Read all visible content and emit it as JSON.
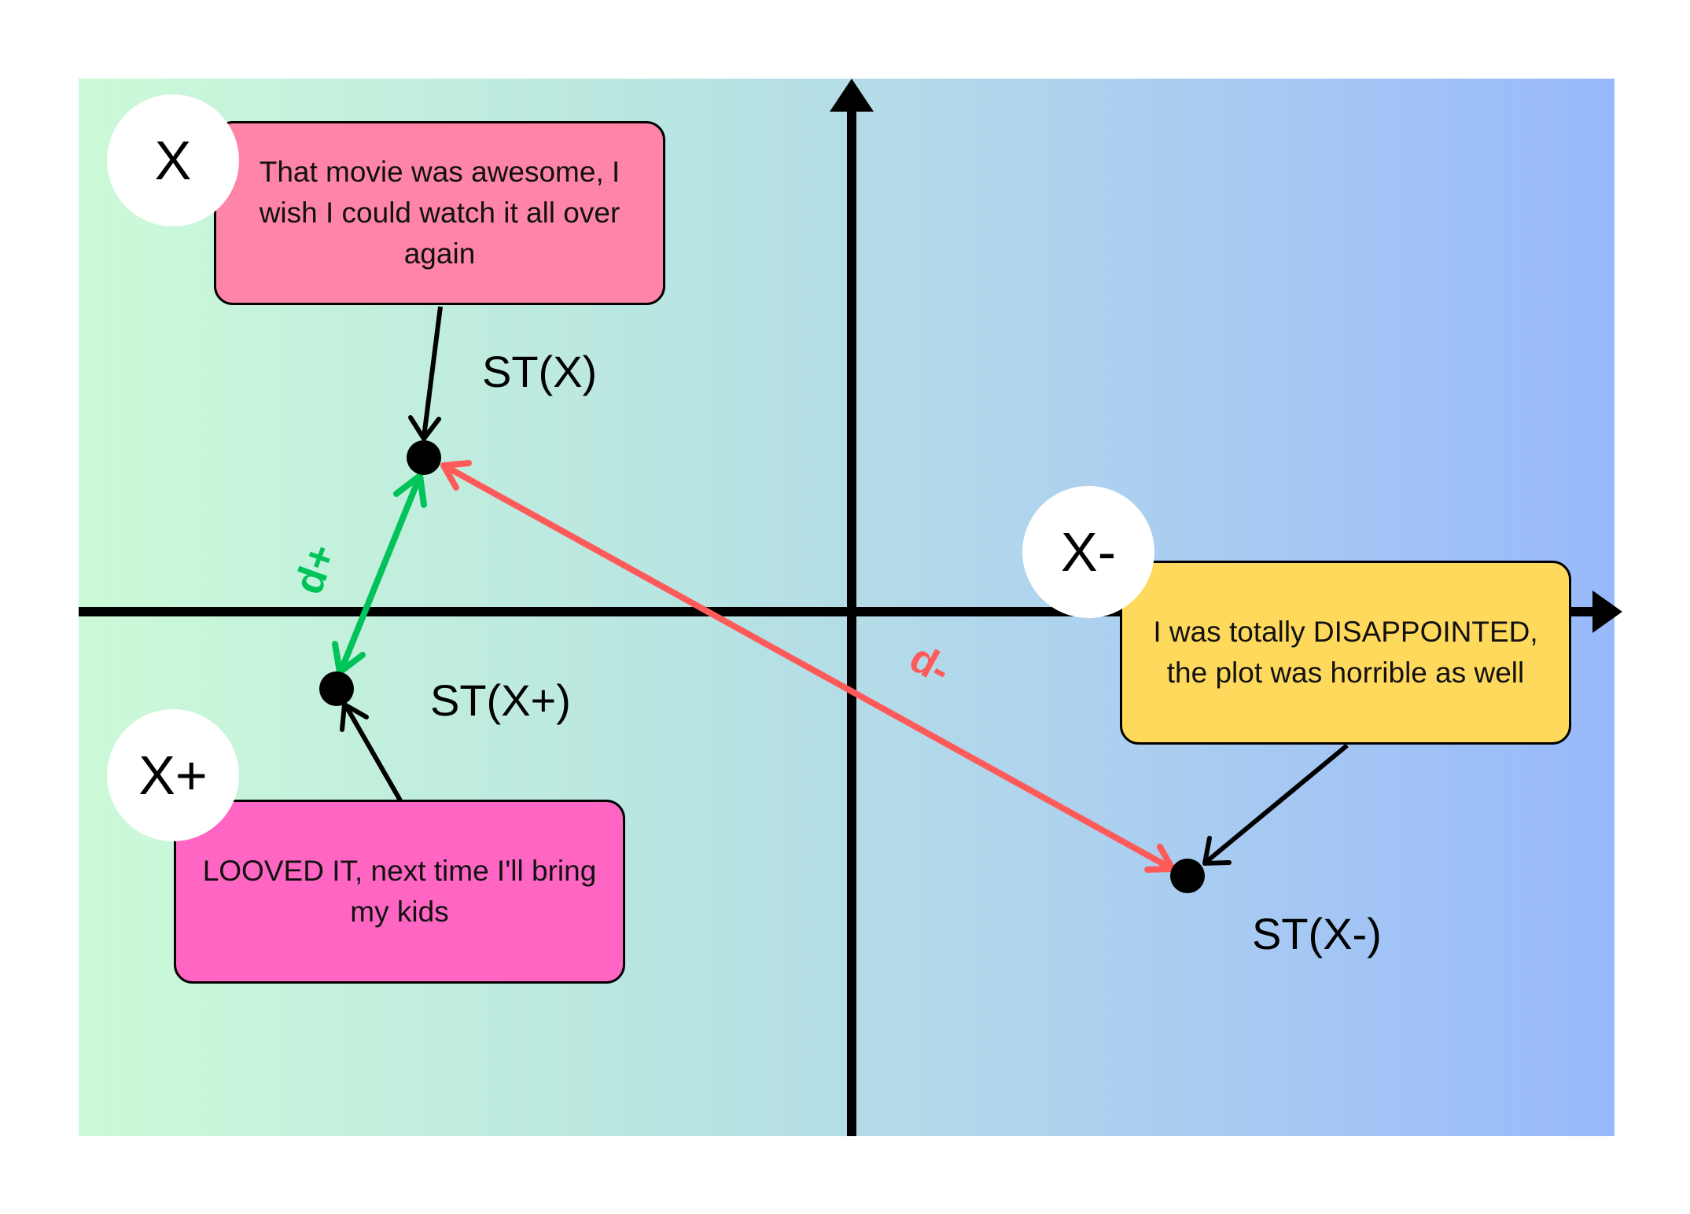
{
  "anchor": {
    "circle_label": "X",
    "text": "That movie was awesome, I wish I could watch it all over again",
    "embedding_label": "ST(X)",
    "color": "#ff85a8"
  },
  "positive": {
    "circle_label": "X+",
    "text": "LOOVED IT, next time I'll bring my kids",
    "embedding_label": "ST(X+)",
    "color": "#ff66c4"
  },
  "negative": {
    "circle_label": "X-",
    "text": "I was totally DISAPPOINTED, the plot was horrible as well",
    "embedding_label": "ST(X-)",
    "color": "#ffd95c"
  },
  "distances": {
    "positive_label": "d+",
    "positive_color": "#00c35a",
    "negative_label": "d-",
    "negative_color": "#ff5a5a"
  }
}
